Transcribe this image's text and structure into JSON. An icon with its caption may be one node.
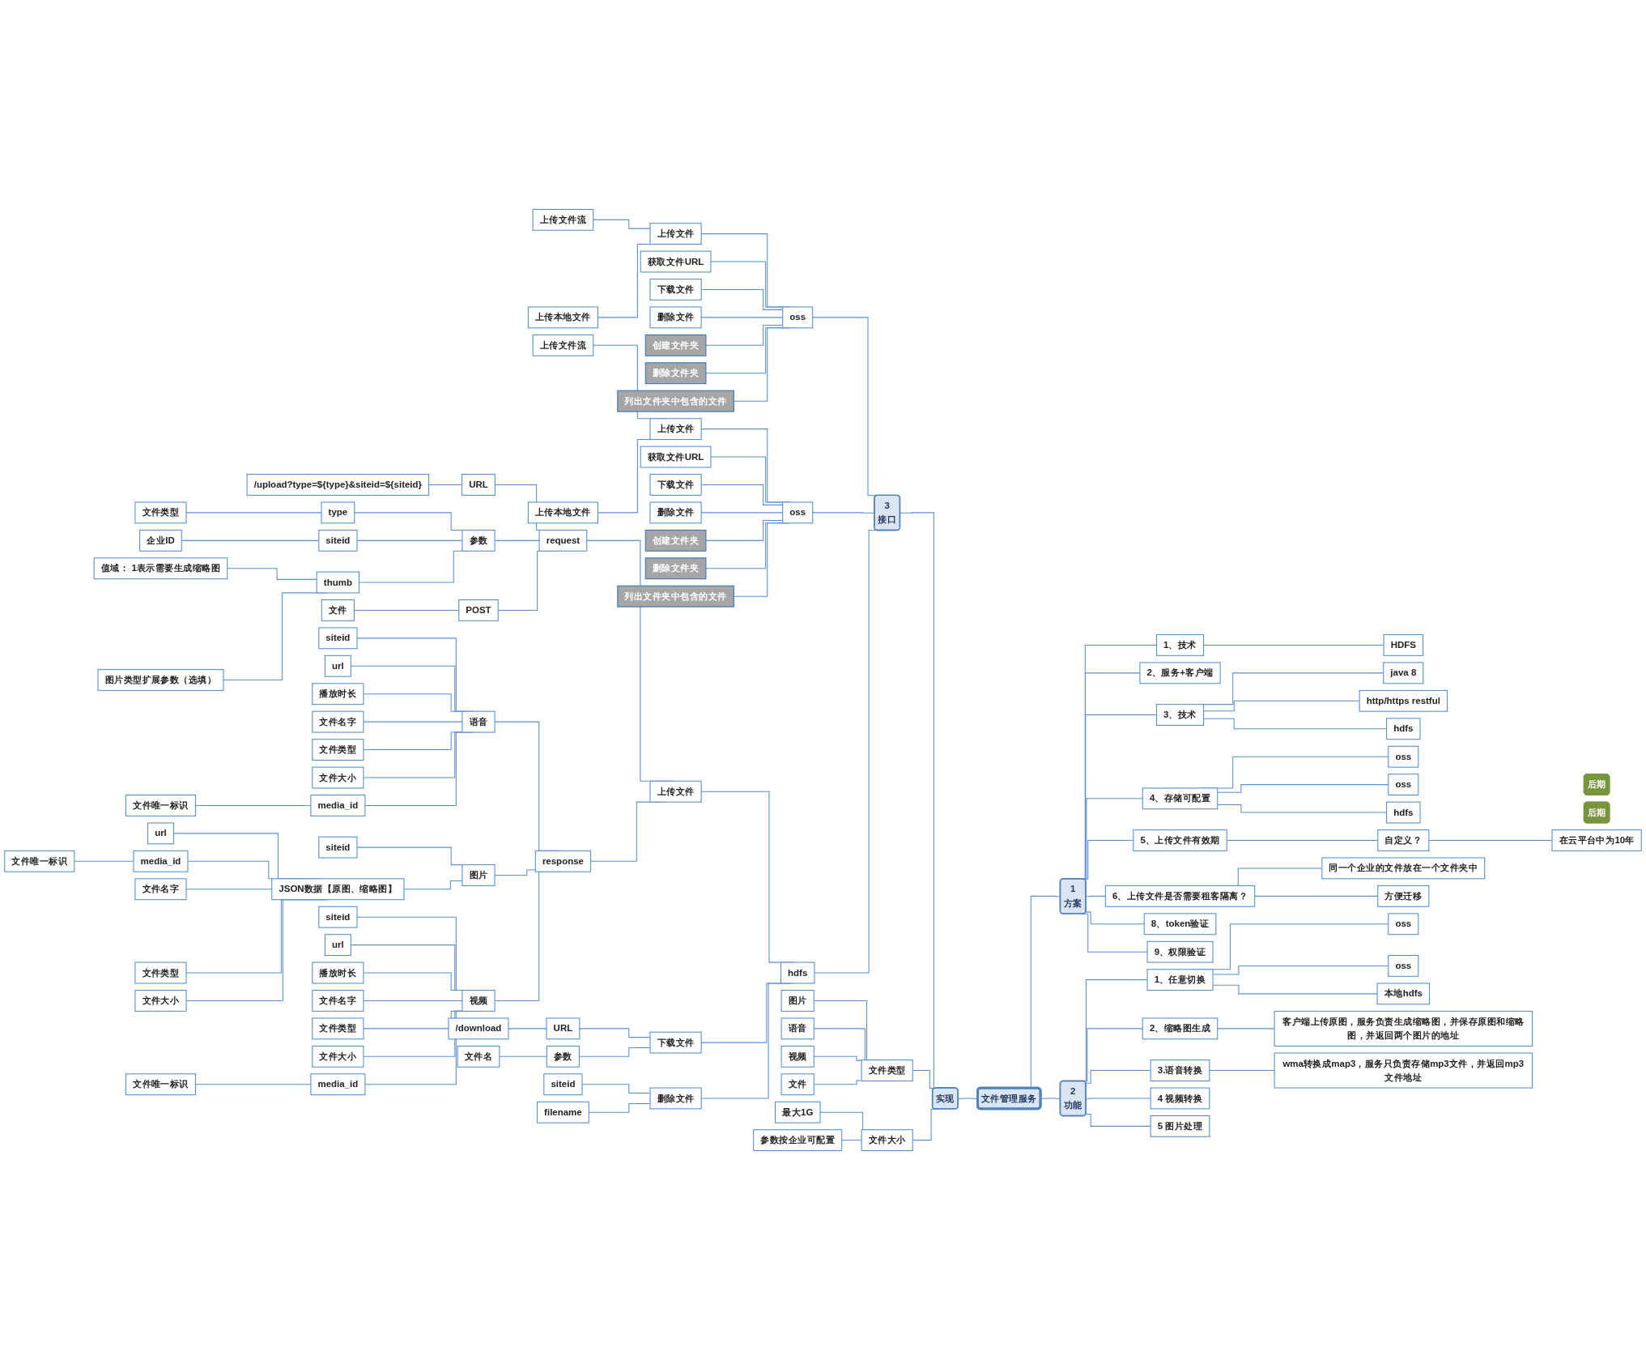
{
  "diagram": {
    "nodes": [
      {
        "text": [
          "文件管理服务"
        ]
      },
      {
        "text": [
          "1",
          "方案"
        ]
      },
      {
        "text": [
          "1、技术"
        ]
      },
      {
        "text": [
          "HDFS"
        ]
      },
      {
        "text": [
          "2、服务+客户端"
        ]
      },
      {
        "text": [
          "3、技术"
        ]
      },
      {
        "text": [
          "java 8"
        ]
      },
      {
        "text": [
          "http/https  restful"
        ]
      },
      {
        "text": [
          "hdfs"
        ]
      },
      {
        "text": [
          "4、存储可配置"
        ]
      },
      {
        "text": [
          "oss"
        ]
      },
      {
        "text": [
          "oss"
        ]
      },
      {
        "text": [
          "hdfs"
        ]
      },
      {
        "text": [
          "5、上传文件有效期"
        ]
      },
      {
        "text": [
          "自定义？"
        ]
      },
      {
        "text": [
          "在云平台中为10年"
        ]
      },
      {
        "text": [
          "6、上传文件是否需要租客隔离？"
        ]
      },
      {
        "text": [
          "同一个企业的文件放在一个文件夹中"
        ]
      },
      {
        "text": [
          "方便迁移"
        ]
      },
      {
        "text": [
          "8、token验证"
        ]
      },
      {
        "text": [
          "9、权限验证"
        ]
      },
      {
        "text": [
          "2",
          "功能"
        ]
      },
      {
        "text": [
          "1、任意切换"
        ]
      },
      {
        "text": [
          "oss"
        ]
      },
      {
        "text": [
          "oss"
        ]
      },
      {
        "text": [
          "本地hdfs"
        ]
      },
      {
        "text": [
          "2、缩略图生成"
        ]
      },
      {
        "text": [
          "客户端上传原图，服务负责生成缩略图，并保存原图和缩略图，并返回两个图片的地址"
        ]
      },
      {
        "text": [
          "3.语音转换"
        ]
      },
      {
        "text": [
          "wma转换成map3，服务只负责存储mp3文件，并返回mp3文件地址"
        ]
      },
      {
        "text": [
          "4 视频转换"
        ]
      },
      {
        "text": [
          "5 图片处理"
        ]
      },
      {
        "text": [
          "实现"
        ]
      },
      {
        "text": [
          "3",
          "接口"
        ]
      },
      {
        "text": [
          "oss"
        ]
      },
      {
        "text": [
          "上传文件"
        ]
      },
      {
        "text": [
          "上传文件流"
        ]
      },
      {
        "text": [
          "上传本地文件"
        ]
      },
      {
        "text": [
          "获取文件URL"
        ]
      },
      {
        "text": [
          "下载文件"
        ]
      },
      {
        "text": [
          "删除文件"
        ]
      },
      {
        "text": [
          "创建文件夹"
        ]
      },
      {
        "text": [
          "删除文件夹"
        ]
      },
      {
        "text": [
          "列出文件夹中包含的文件"
        ]
      },
      {
        "text": [
          "后期"
        ]
      },
      {
        "text": [
          "oss"
        ]
      },
      {
        "text": [
          "上传文件"
        ]
      },
      {
        "text": [
          "上传文件流"
        ]
      },
      {
        "text": [
          "上传本地文件"
        ]
      },
      {
        "text": [
          "获取文件URL"
        ]
      },
      {
        "text": [
          "下载文件"
        ]
      },
      {
        "text": [
          "删除文件"
        ]
      },
      {
        "text": [
          "创建文件夹"
        ]
      },
      {
        "text": [
          "删除文件夹"
        ]
      },
      {
        "text": [
          "列出文件夹中包含的文件"
        ]
      },
      {
        "text": [
          "后期"
        ]
      },
      {
        "text": [
          "hdfs"
        ]
      },
      {
        "text": [
          "上传文件"
        ]
      },
      {
        "text": [
          "request"
        ]
      },
      {
        "text": [
          "URL"
        ]
      },
      {
        "text": [
          "/upload?type=${type}&siteid=${siteid}"
        ]
      },
      {
        "text": [
          "参数"
        ]
      },
      {
        "text": [
          "type"
        ]
      },
      {
        "text": [
          "文件类型"
        ]
      },
      {
        "text": [
          "siteid"
        ]
      },
      {
        "text": [
          "企业ID"
        ]
      },
      {
        "text": [
          "thumb"
        ]
      },
      {
        "text": [
          "值域： 1表示需要生成缩略图"
        ]
      },
      {
        "text": [
          "图片类型扩展参数（选填）"
        ]
      },
      {
        "text": [
          "POST"
        ]
      },
      {
        "text": [
          "文件"
        ]
      },
      {
        "text": [
          "response"
        ]
      },
      {
        "text": [
          "语音"
        ]
      },
      {
        "text": [
          "siteid"
        ]
      },
      {
        "text": [
          "url"
        ]
      },
      {
        "text": [
          "播放时长"
        ]
      },
      {
        "text": [
          "文件名字"
        ]
      },
      {
        "text": [
          "文件类型"
        ]
      },
      {
        "text": [
          "文件大小"
        ]
      },
      {
        "text": [
          "media_id"
        ]
      },
      {
        "text": [
          "文件唯一标识"
        ]
      },
      {
        "text": [
          "图片"
        ]
      },
      {
        "text": [
          "siteid"
        ]
      },
      {
        "text": [
          "JSON数据【原图、缩略图】"
        ]
      },
      {
        "text": [
          "url"
        ]
      },
      {
        "text": [
          "media_id"
        ]
      },
      {
        "text": [
          "文件唯一标识"
        ]
      },
      {
        "text": [
          "文件名字"
        ]
      },
      {
        "text": [
          "文件类型"
        ]
      },
      {
        "text": [
          "文件大小"
        ]
      },
      {
        "text": [
          "视频"
        ]
      },
      {
        "text": [
          "siteid"
        ]
      },
      {
        "text": [
          "url"
        ]
      },
      {
        "text": [
          "播放时长"
        ]
      },
      {
        "text": [
          "文件名字"
        ]
      },
      {
        "text": [
          "文件类型"
        ]
      },
      {
        "text": [
          "文件大小"
        ]
      },
      {
        "text": [
          "media_id"
        ]
      },
      {
        "text": [
          "文件唯一标识"
        ]
      },
      {
        "text": [
          "下载文件"
        ]
      },
      {
        "text": [
          "URL"
        ]
      },
      {
        "text": [
          "/download"
        ]
      },
      {
        "text": [
          "参数"
        ]
      },
      {
        "text": [
          "文件名"
        ]
      },
      {
        "text": [
          "删除文件"
        ]
      },
      {
        "text": [
          "siteid"
        ]
      },
      {
        "text": [
          "filename"
        ]
      },
      {
        "text": [
          "文件类型"
        ]
      },
      {
        "text": [
          "图片"
        ]
      },
      {
        "text": [
          "语音"
        ]
      },
      {
        "text": [
          "视频"
        ]
      },
      {
        "text": [
          "文件"
        ]
      },
      {
        "text": [
          "文件大小"
        ]
      },
      {
        "text": [
          "最大1G"
        ]
      },
      {
        "text": [
          "参数按企业可配置"
        ]
      }
    ],
    "edges": [
      {
        "from": 0,
        "to": 1,
        "arrow": "none"
      },
      {
        "from": 1,
        "to": 2,
        "arrow": "none"
      },
      {
        "from": 2,
        "to": 3,
        "arrow": "none"
      },
      {
        "from": 1,
        "to": 4,
        "arrow": "none"
      },
      {
        "from": 1,
        "to": 5,
        "arrow": "none"
      },
      {
        "from": 5,
        "to": 6,
        "arrow": "none"
      },
      {
        "from": 5,
        "to": 7,
        "arrow": "none"
      },
      {
        "from": 5,
        "to": 8,
        "arrow": "none"
      },
      {
        "from": 1,
        "to": 9,
        "arrow": "none"
      },
      {
        "from": 9,
        "to": 10,
        "arrow": "none"
      },
      {
        "from": 9,
        "to": 11,
        "arrow": "none"
      },
      {
        "from": 9,
        "to": 12,
        "arrow": "none"
      },
      {
        "from": 1,
        "to": 13,
        "arrow": "none"
      },
      {
        "from": 13,
        "to": 14,
        "arrow": "none"
      },
      {
        "from": 14,
        "to": 15,
        "arrow": "none"
      },
      {
        "from": 1,
        "to": 16,
        "arrow": "none"
      },
      {
        "from": 16,
        "to": 17,
        "arrow": "none"
      },
      {
        "from": 16,
        "to": 18,
        "arrow": "none"
      },
      {
        "from": 1,
        "to": 19,
        "arrow": "none"
      },
      {
        "from": 1,
        "to": 20,
        "arrow": "none"
      },
      {
        "from": 0,
        "to": 21,
        "arrow": "none"
      },
      {
        "from": 21,
        "to": 22,
        "arrow": "none"
      },
      {
        "from": 22,
        "to": 23,
        "arrow": "none"
      },
      {
        "from": 22,
        "to": 24,
        "arrow": "none"
      },
      {
        "from": 22,
        "to": 25,
        "arrow": "none"
      },
      {
        "from": 21,
        "to": 26,
        "arrow": "none"
      },
      {
        "from": 26,
        "to": 27,
        "arrow": "none"
      },
      {
        "from": 21,
        "to": 28,
        "arrow": "none"
      },
      {
        "from": 28,
        "to": 29,
        "arrow": "none"
      },
      {
        "from": 21,
        "to": 30,
        "arrow": "none"
      },
      {
        "from": 21,
        "to": 31,
        "arrow": "none"
      },
      {
        "from": 0,
        "to": 32,
        "arrow": "none"
      },
      {
        "from": 32,
        "to": 33,
        "arrow": "none"
      },
      {
        "from": 33,
        "to": 34,
        "arrow": "none"
      },
      {
        "from": 34,
        "to": 35,
        "arrow": "none"
      },
      {
        "from": 35,
        "to": 36,
        "arrow": "none"
      },
      {
        "from": 35,
        "to": 37,
        "arrow": "none"
      },
      {
        "from": 34,
        "to": 38,
        "arrow": "none"
      },
      {
        "from": 34,
        "to": 39,
        "arrow": "none"
      },
      {
        "from": 34,
        "to": 40,
        "arrow": "none"
      },
      {
        "from": 34,
        "to": 41,
        "arrow": "none"
      },
      {
        "from": 34,
        "to": 42,
        "arrow": "none"
      },
      {
        "from": 34,
        "to": 43,
        "arrow": "none"
      },
      {
        "from": 33,
        "to": 45,
        "arrow": "none"
      },
      {
        "from": 45,
        "to": 46,
        "arrow": "none"
      },
      {
        "from": 46,
        "to": 47,
        "arrow": "none"
      },
      {
        "from": 46,
        "to": 48,
        "arrow": "none"
      },
      {
        "from": 45,
        "to": 49,
        "arrow": "none"
      },
      {
        "from": 45,
        "to": 50,
        "arrow": "none"
      },
      {
        "from": 45,
        "to": 51,
        "arrow": "none"
      },
      {
        "from": 45,
        "to": 52,
        "arrow": "none"
      },
      {
        "from": 45,
        "to": 53,
        "arrow": "none"
      },
      {
        "from": 45,
        "to": 54,
        "arrow": "none"
      },
      {
        "from": 33,
        "to": 56,
        "arrow": "none"
      },
      {
        "from": 56,
        "to": 57,
        "arrow": "none"
      },
      {
        "from": 57,
        "to": 58,
        "arrow": "none"
      },
      {
        "from": 58,
        "to": 59,
        "arrow": "none"
      },
      {
        "from": 59,
        "to": 60,
        "arrow": "none"
      },
      {
        "from": 58,
        "to": 61,
        "arrow": "none"
      },
      {
        "from": 61,
        "to": 62,
        "arrow": "none"
      },
      {
        "from": 62,
        "to": 63,
        "arrow": "none"
      },
      {
        "from": 61,
        "to": 64,
        "arrow": "none"
      },
      {
        "from": 64,
        "to": 65,
        "arrow": "none"
      },
      {
        "from": 61,
        "to": 66,
        "arrow": "none"
      },
      {
        "from": 66,
        "to": 67,
        "arrow": "none"
      },
      {
        "from": 66,
        "to": 68,
        "arrow": "none"
      },
      {
        "from": 58,
        "to": 69,
        "arrow": "none"
      },
      {
        "from": 69,
        "to": 70,
        "arrow": "none"
      },
      {
        "from": 57,
        "to": 71,
        "arrow": "none"
      },
      {
        "from": 71,
        "to": 72,
        "arrow": "none"
      },
      {
        "from": 72,
        "to": 73,
        "arrow": "none"
      },
      {
        "from": 72,
        "to": 74,
        "arrow": "none"
      },
      {
        "from": 72,
        "to": 75,
        "arrow": "none"
      },
      {
        "from": 72,
        "to": 76,
        "arrow": "none"
      },
      {
        "from": 72,
        "to": 77,
        "arrow": "none"
      },
      {
        "from": 72,
        "to": 78,
        "arrow": "none"
      },
      {
        "from": 72,
        "to": 79,
        "arrow": "none"
      },
      {
        "from": 79,
        "to": 80,
        "arrow": "none"
      },
      {
        "from": 71,
        "to": 81,
        "arrow": "none"
      },
      {
        "from": 81,
        "to": 82,
        "arrow": "none"
      },
      {
        "from": 81,
        "to": 83,
        "arrow": "none"
      },
      {
        "from": 83,
        "to": 84,
        "arrow": "none"
      },
      {
        "from": 83,
        "to": 85,
        "arrow": "none"
      },
      {
        "from": 85,
        "to": 86,
        "arrow": "none"
      },
      {
        "from": 83,
        "to": 87,
        "arrow": "none"
      },
      {
        "from": 83,
        "to": 88,
        "arrow": "none"
      },
      {
        "from": 83,
        "to": 89,
        "arrow": "none"
      },
      {
        "from": 71,
        "to": 90,
        "arrow": "none"
      },
      {
        "from": 90,
        "to": 91,
        "arrow": "none"
      },
      {
        "from": 90,
        "to": 92,
        "arrow": "none"
      },
      {
        "from": 90,
        "to": 93,
        "arrow": "none"
      },
      {
        "from": 90,
        "to": 94,
        "arrow": "none"
      },
      {
        "from": 90,
        "to": 95,
        "arrow": "none"
      },
      {
        "from": 90,
        "to": 96,
        "arrow": "none"
      },
      {
        "from": 90,
        "to": 97,
        "arrow": "none"
      },
      {
        "from": 97,
        "to": 98,
        "arrow": "none"
      },
      {
        "from": 56,
        "to": 99,
        "arrow": "none"
      },
      {
        "from": 99,
        "to": 100,
        "arrow": "none"
      },
      {
        "from": 100,
        "to": 101,
        "arrow": "none"
      },
      {
        "from": 99,
        "to": 102,
        "arrow": "none"
      },
      {
        "from": 102,
        "to": 103,
        "arrow": "none"
      },
      {
        "from": 56,
        "to": 104,
        "arrow": "none"
      },
      {
        "from": 104,
        "to": 105,
        "arrow": "none"
      },
      {
        "from": 104,
        "to": 106,
        "arrow": "none"
      },
      {
        "from": 32,
        "to": 107,
        "arrow": "none"
      },
      {
        "from": 107,
        "to": 108,
        "arrow": "none"
      },
      {
        "from": 107,
        "to": 109,
        "arrow": "none"
      },
      {
        "from": 107,
        "to": 110,
        "arrow": "none"
      },
      {
        "from": 107,
        "to": 111,
        "arrow": "none"
      },
      {
        "from": 32,
        "to": 112,
        "arrow": "none"
      },
      {
        "from": 112,
        "to": 113,
        "arrow": "none"
      },
      {
        "from": 112,
        "to": 114,
        "arrow": "none"
      }
    ]
  }
}
